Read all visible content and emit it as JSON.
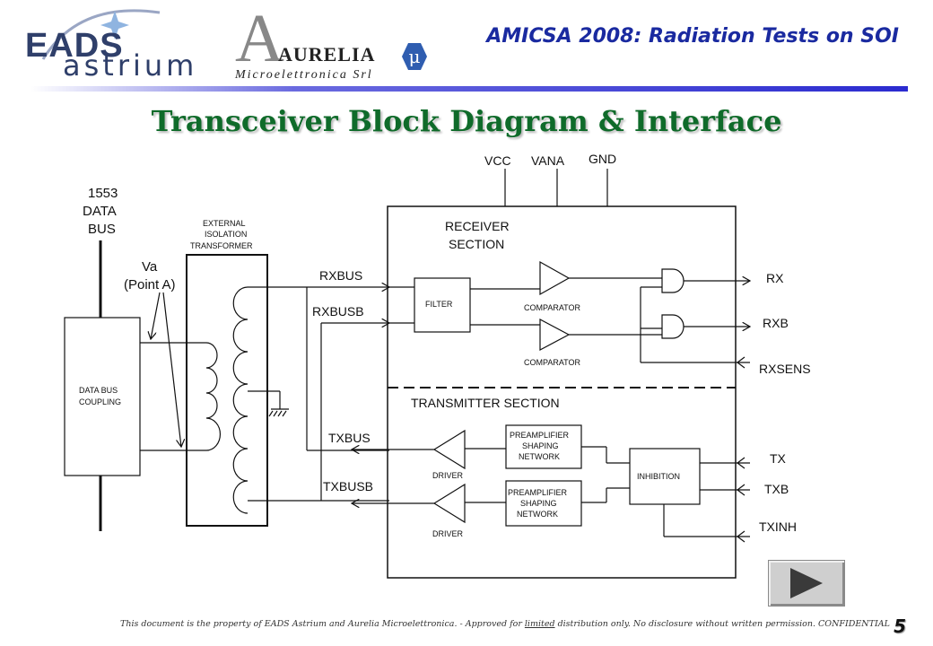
{
  "header": {
    "logo_left": {
      "line1": "EADS",
      "line2": "astrium"
    },
    "logo_right": {
      "letter": "A",
      "name": "AURELIA",
      "subtitle": "Microelettronica Srl",
      "badge": "μ"
    },
    "presentation_title": "AMICSA 2008: Radiation Tests on SOI"
  },
  "slide": {
    "title": "Transceiver Block Diagram & Interface"
  },
  "diagram": {
    "bus_label_lines": [
      "1553",
      "DATA",
      "BUS"
    ],
    "transformer_label_lines": [
      "EXTERNAL",
      "ISOLATION",
      "TRANSFORMER"
    ],
    "va_label_lines": [
      "Va",
      "(Point A)"
    ],
    "coupling_label_lines": [
      "DATA BUS",
      "COUPLING"
    ],
    "supply_pins": [
      "VCC",
      "VANA",
      "GND"
    ],
    "receiver_section_lines": [
      "RECEIVER",
      "SECTION"
    ],
    "transmitter_section": "TRANSMITTER SECTION",
    "filter": "FILTER",
    "comparator": "COMPARATOR",
    "driver": "DRIVER",
    "preamp_lines": [
      "PREAMPLIFIER",
      "SHAPING",
      "NETWORK"
    ],
    "inhibition": "INHIBITION",
    "bus_signals": [
      "RXBUS",
      "RXBUSB",
      "TXBUS",
      "TXBUSB"
    ],
    "outputs": [
      "RX",
      "RXB",
      "RXSENS"
    ],
    "inputs": [
      "TX",
      "TXB",
      "TXINH"
    ]
  },
  "navigation": {
    "play_icon": "play-icon"
  },
  "footer": {
    "text_before": "This document is the property of EADS Astrium and Aurelia Microelettronica. - Approved for ",
    "text_underlined": "limited",
    "text_after": " distribution only. No disclosure without written permission. CONFIDENTIAL",
    "page_number": "5"
  }
}
